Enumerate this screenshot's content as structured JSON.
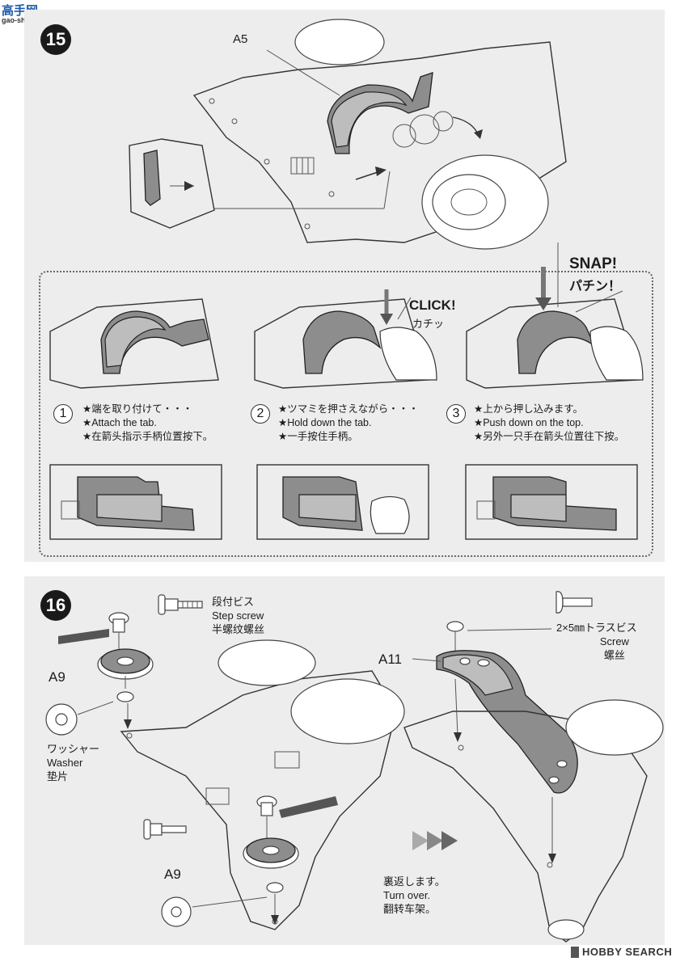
{
  "watermark_top": {
    "logo_text": "高手网",
    "url_text": "gao-shou.com"
  },
  "step15": {
    "number": "15",
    "part_label": "A5",
    "snap_en": "SNAP!",
    "snap_jp": "パチン！",
    "click_en": "CLICK!",
    "click_jp": "カチッ",
    "substeps": [
      {
        "num": "1",
        "jp": "★端を取り付けて・・・",
        "en": "★Attach the tab.",
        "cn": "★在箭头指示手柄位置按下。"
      },
      {
        "num": "2",
        "jp": "★ツマミを押さえながら・・・",
        "en": "★Hold down the tab.",
        "cn": "★一手按住手柄。"
      },
      {
        "num": "3",
        "jp": "★上から押し込みます。",
        "en": "★Push down on the top.",
        "cn": "★另外一只手在箭头位置往下按。"
      }
    ]
  },
  "step16": {
    "number": "16",
    "step_screw": {
      "jp": "段付ビス",
      "en": "Step screw",
      "cn": "半螺纹螺丝"
    },
    "washer": {
      "jp": "ワッシャー",
      "en": "Washer",
      "cn": "垫片"
    },
    "part_a9": "A9",
    "part_a11": "A11",
    "screw": {
      "jp": "2×5㎜トラスビス",
      "en": "Screw",
      "cn": "螺丝"
    },
    "turn_over": {
      "jp": "裏返します。",
      "en": "Turn over.",
      "cn": "翻转车架。"
    }
  },
  "watermark_bottom": "HOBBY SEARCH"
}
